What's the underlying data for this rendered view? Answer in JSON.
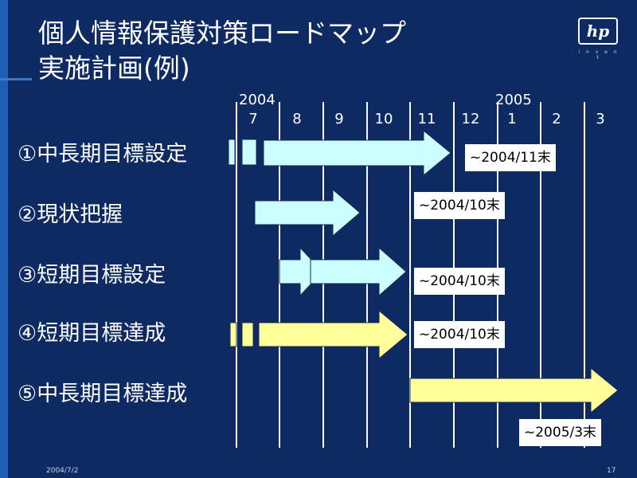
{
  "slide": {
    "title_line1": "個人情報保護対策ロードマップ",
    "title_line2": "実施計画(例)",
    "logo_text": "hp",
    "logo_tagline": "i n v e n t",
    "footer_date": "2004/7/2",
    "footer_page": "17"
  },
  "timeline": {
    "years": [
      {
        "label": "2004"
      },
      {
        "label": "2005"
      }
    ],
    "months": [
      "7",
      "8",
      "9",
      "10",
      "11",
      "12",
      "1",
      "2",
      "3"
    ]
  },
  "rows": [
    {
      "label": "①中長期目標設定",
      "deadline": "~2004/11末",
      "color": "#ccffff"
    },
    {
      "label": "②現状把握",
      "deadline": "~2004/10末",
      "color": "#ccffff"
    },
    {
      "label": "③短期目標設定",
      "deadline": "~2004/10末",
      "color": "#ccffff"
    },
    {
      "label": "④短期目標達成",
      "deadline": "~2004/10末",
      "color": "#ffff99"
    },
    {
      "label": "⑤中長期目標達成",
      "deadline": "~2005/3末",
      "color": "#ffff99"
    }
  ],
  "colors": {
    "background": "#0d2a63",
    "accent": "#1f5fb5",
    "text": "#ffffff",
    "grid": "#ffffff",
    "arrow_cyan": "#ccffff",
    "arrow_yellow": "#ffff99"
  }
}
